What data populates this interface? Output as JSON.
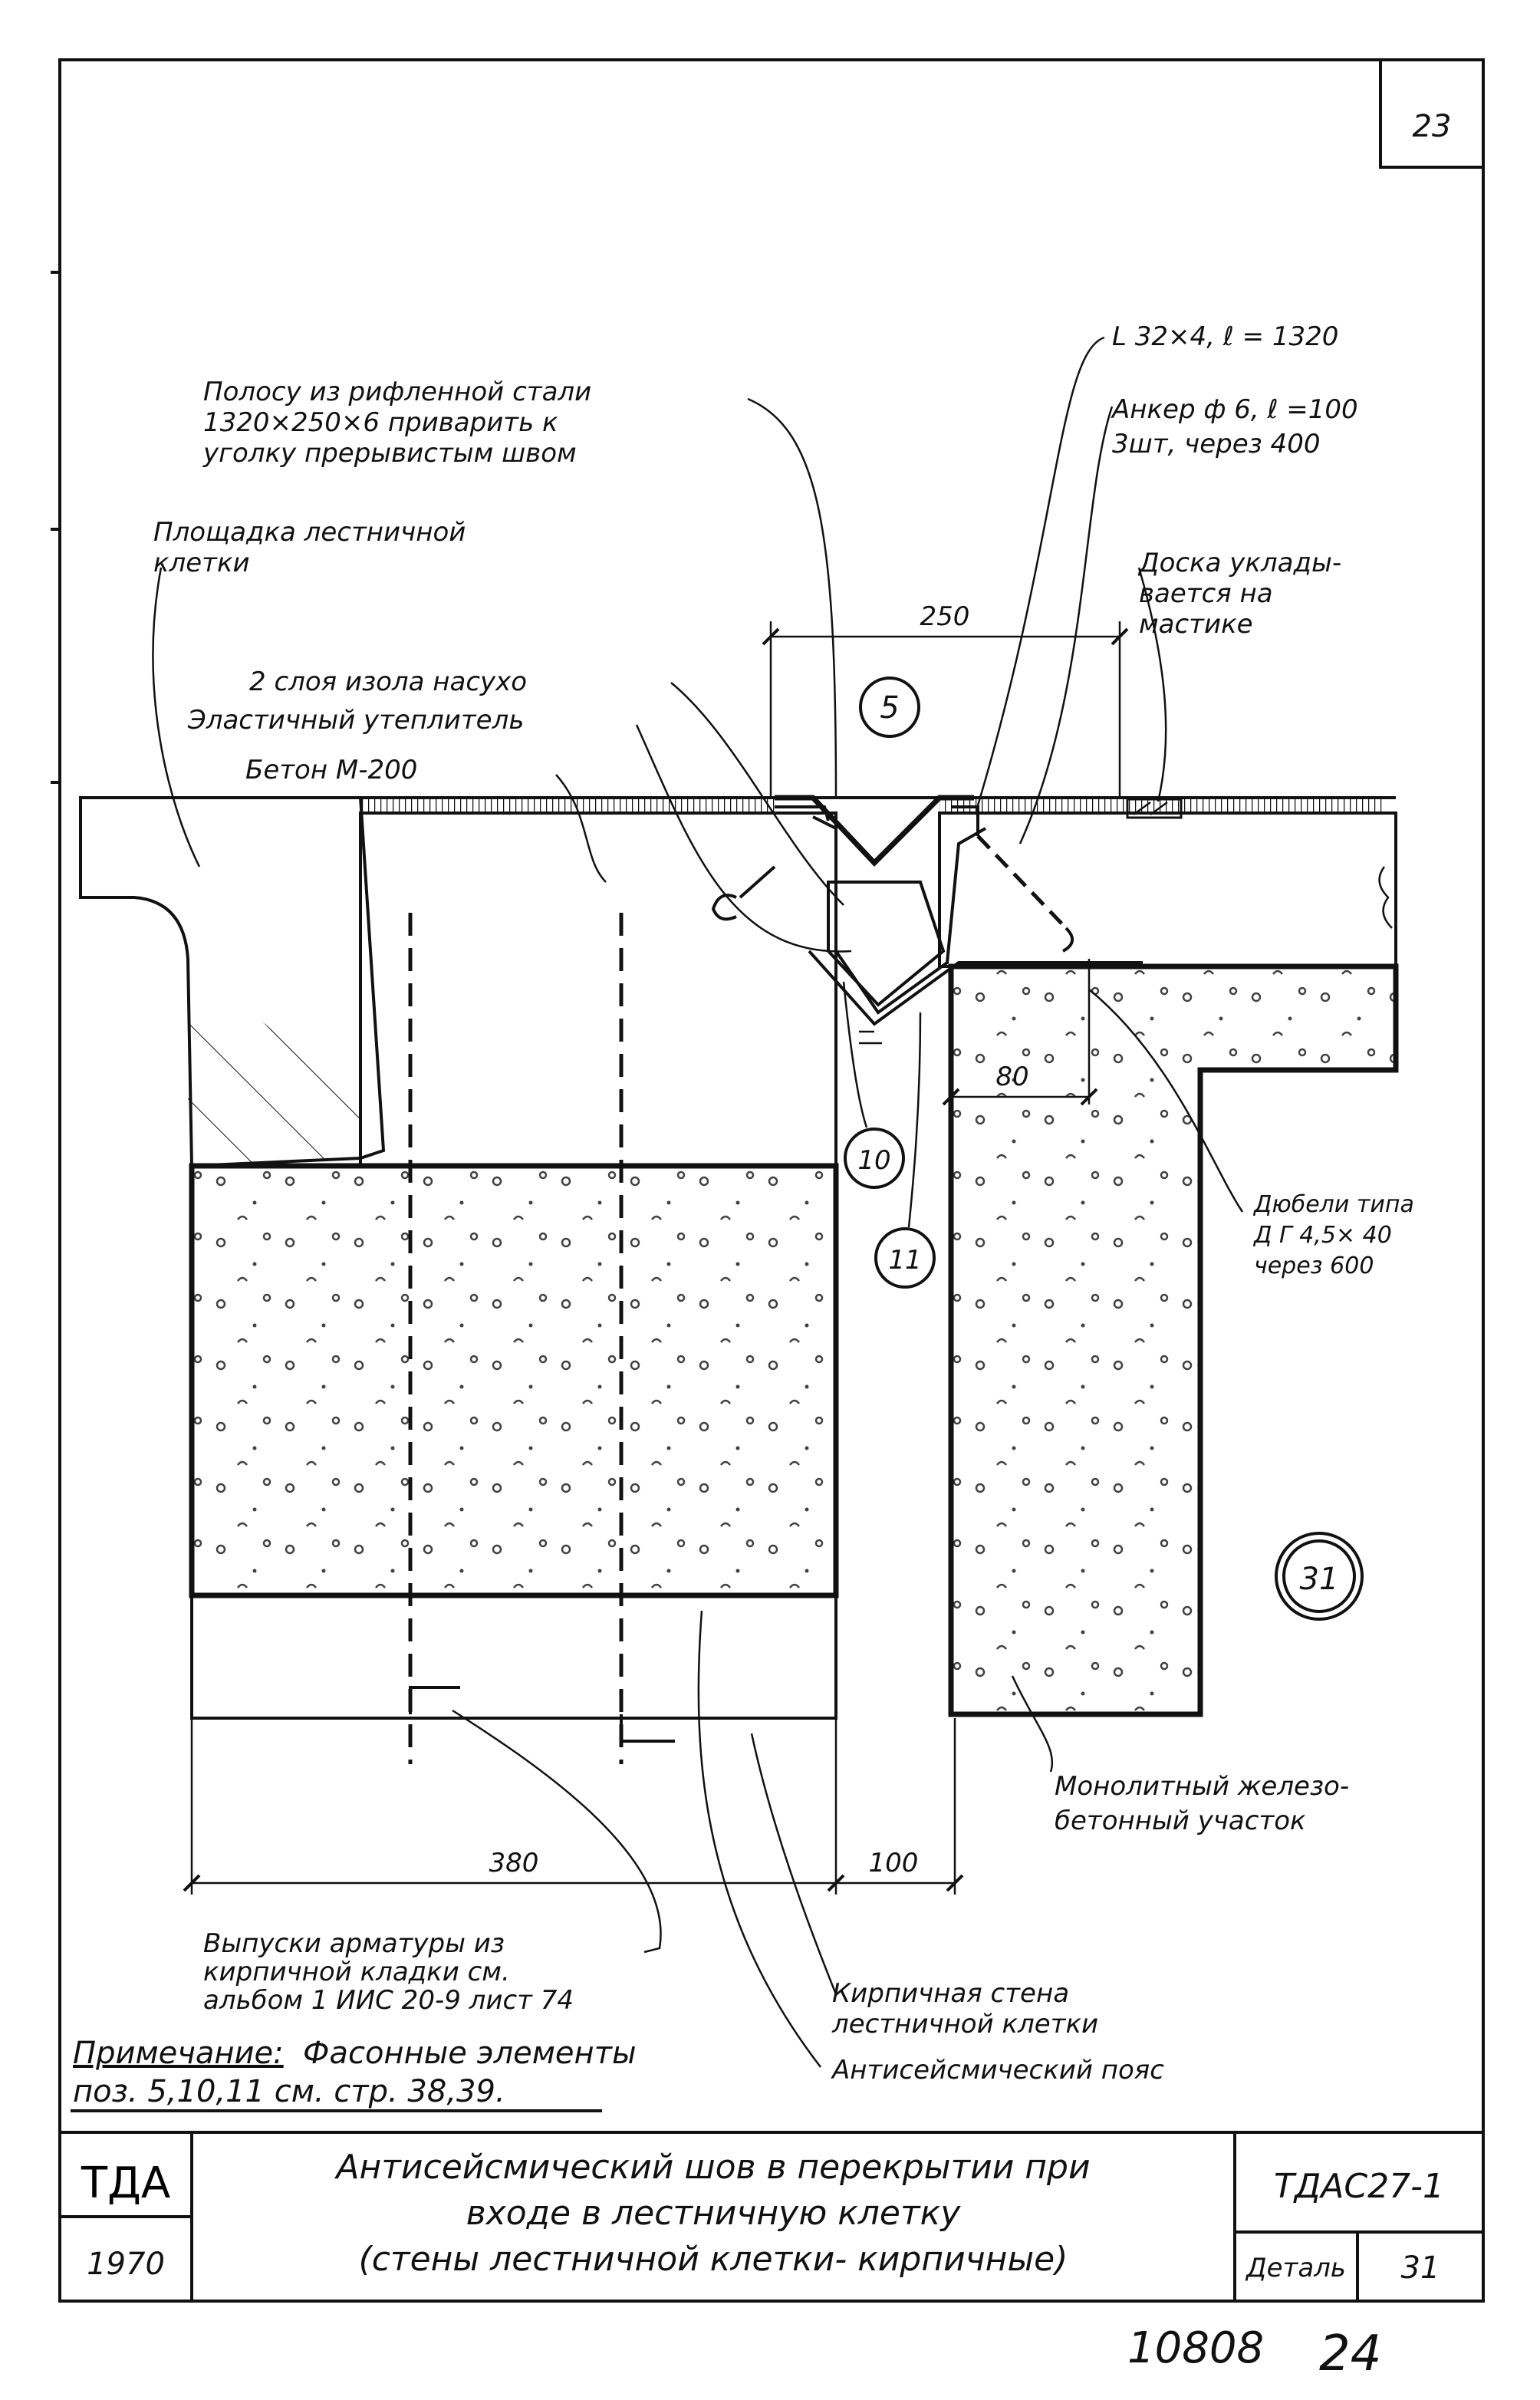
{
  "sheet_number": "23",
  "labels": {
    "strip_line1": "Полосу из рифленной стали",
    "strip_line2": "1320×250×6 приварить к",
    "strip_line3": "уголку прерывистым швом",
    "landing_line1": "Площадка лестничной",
    "landing_line2": "клетки",
    "angle": "L 32×4, ℓ = 1320",
    "anchor_line1": "Анкер ф 6, ℓ =100",
    "anchor_line2": "3шт, через 400",
    "board_line1": "Доска уклады-",
    "board_line2": "вается на",
    "board_line3": "мастике",
    "insulation": "2 слоя изола насухо",
    "elastic": "Эластичный утеплитель",
    "concrete": "Бетон М-200",
    "dowels_line1": "Дюбели типа",
    "dowels_line2": "Д Г 4,5× 40",
    "dowels_line3": "через 600",
    "monolith_line1": "Монолитный железо-",
    "monolith_line2": "бетонный участок",
    "rebar_line1": "Выпуски арматуры из",
    "rebar_line2": "кирпичной кладки см.",
    "rebar_line3": "альбом 1 ИИС 20-9 лист 74",
    "brick_line1": "Кирпичная стена",
    "brick_line2": "лестничной клетки",
    "belt": "Антисейсмический пояс",
    "note_head": "Примечание:",
    "note_line1": "Фасонные элементы",
    "note_line2": "поз. 5,10,11 см. стр. 38,39."
  },
  "dimensions": {
    "d250": "250",
    "d80": "80",
    "d380": "380",
    "d100": "100"
  },
  "callouts": {
    "c5": "5",
    "c10": "10",
    "c11": "11",
    "c31": "31"
  },
  "title_block": {
    "org": "ТДА",
    "year": "1970",
    "title_line1": "Антисейсмический шов в перекрытии при",
    "title_line2": "входе в лестничную клетку",
    "title_line3": "(стены лестничной клетки- кирпичные)",
    "code": "ТДАС27-1",
    "detail_label": "Деталь",
    "detail_number": "31"
  },
  "footer": {
    "archive_number": "10808",
    "page_number": "24"
  }
}
